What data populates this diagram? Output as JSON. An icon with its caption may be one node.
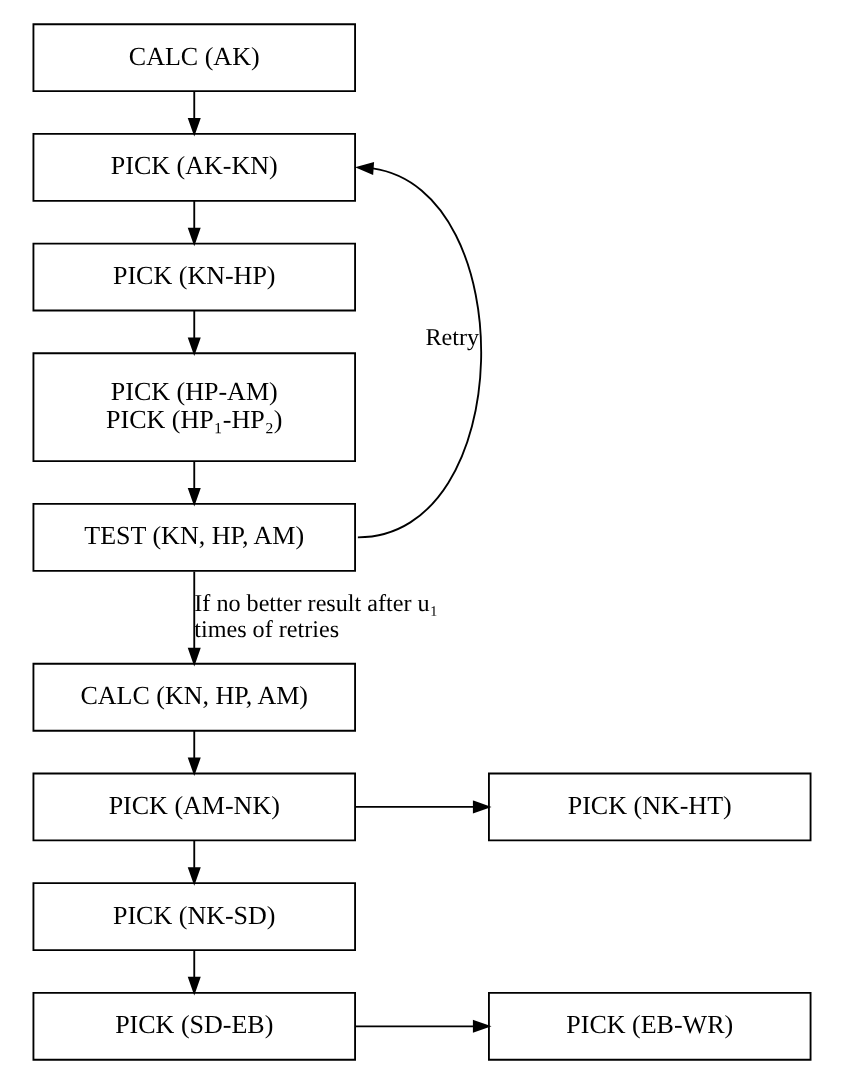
{
  "diagram": {
    "nodes": [
      {
        "text": [
          "CALC (AK)"
        ]
      },
      {
        "text": [
          "PICK (AK-KN)"
        ]
      },
      {
        "text": [
          "PICK (KN-HP)"
        ]
      },
      {
        "text": [
          "PICK (HP-AM)",
          "PICK (HP₁-HP₂)"
        ]
      },
      {
        "text": [
          "TEST (KN, HP, AM)"
        ]
      },
      {
        "text": [
          "CALC (KN, HP, AM)"
        ]
      },
      {
        "text": [
          "PICK (AM-NK)"
        ]
      },
      {
        "text": [
          "PICK (NK-HT)"
        ]
      },
      {
        "text": [
          "PICK (NK-SD)"
        ]
      },
      {
        "text": [
          "PICK (SD-EB)"
        ]
      },
      {
        "text": [
          "PICK (EB-WR)"
        ]
      }
    ],
    "edges": [
      {
        "from": 0,
        "to": 1,
        "arrow": "to"
      },
      {
        "from": 1,
        "to": 2,
        "arrow": "to"
      },
      {
        "from": 2,
        "to": 3,
        "arrow": "to"
      },
      {
        "from": 3,
        "to": 4,
        "arrow": "to"
      },
      {
        "from": 4,
        "to": 1,
        "arrow": "to",
        "label": "Retry"
      },
      {
        "from": 4,
        "to": 5,
        "arrow": "to",
        "label": "If no better result after u₁ times of retries"
      },
      {
        "from": 5,
        "to": 6,
        "arrow": "to"
      },
      {
        "from": 6,
        "to": 7,
        "arrow": "to"
      },
      {
        "from": 6,
        "to": 8,
        "arrow": "to"
      },
      {
        "from": 8,
        "to": 9,
        "arrow": "to"
      },
      {
        "from": 9,
        "to": 10,
        "arrow": "to"
      }
    ]
  }
}
